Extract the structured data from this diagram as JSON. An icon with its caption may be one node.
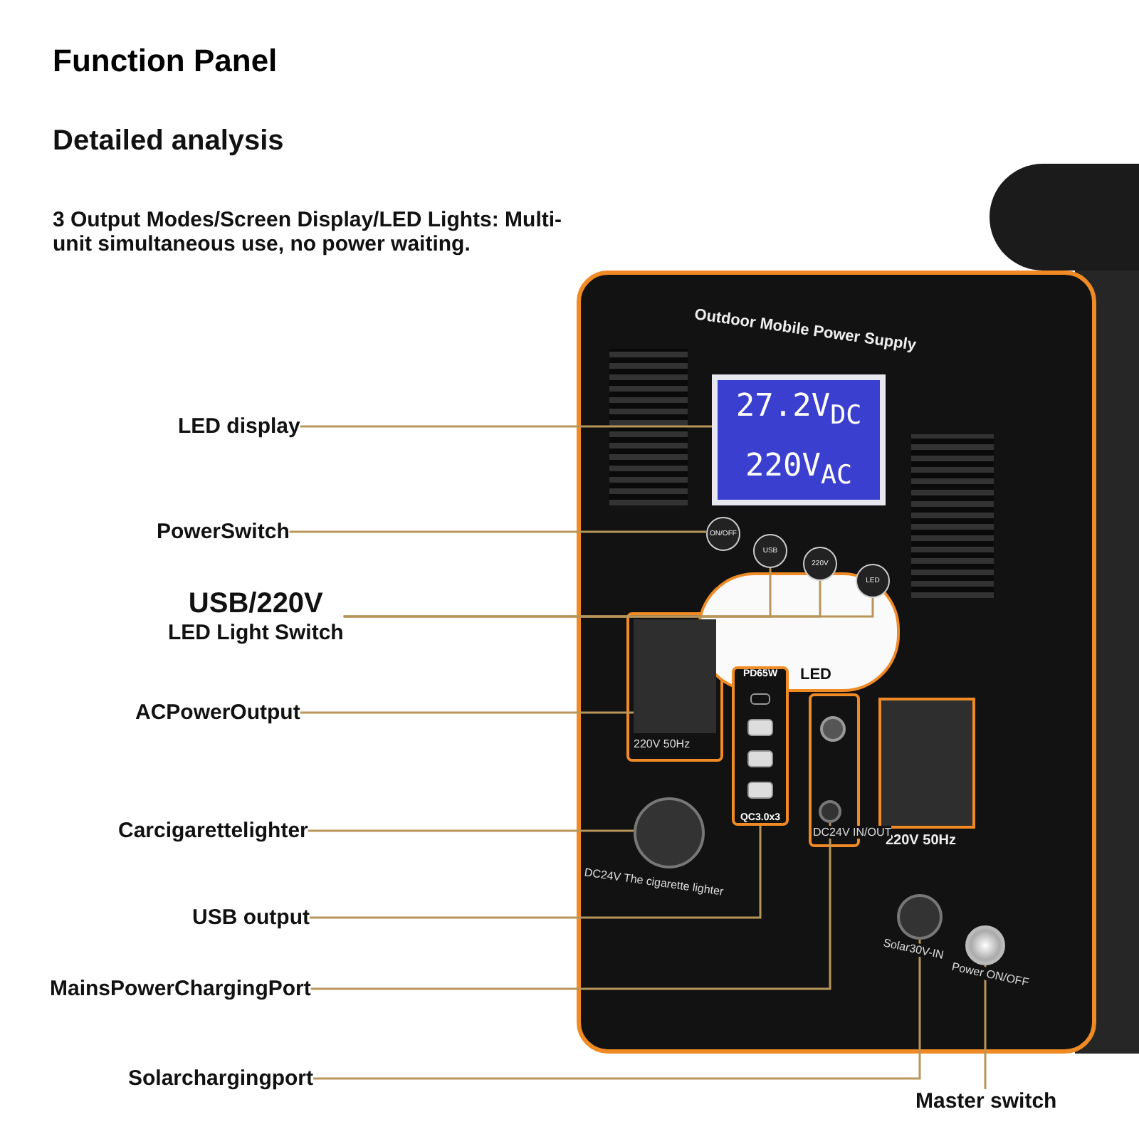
{
  "diagram": {
    "title": "Function Panel",
    "nodes": [
      {
        "text": [
          "LED display"
        ]
      },
      {
        "text": [
          "27.2V$_{DC}$",
          "220V$_{AC}$"
        ]
      },
      {
        "text": [
          "PowerSwitch"
        ]
      },
      {
        "text": [
          "ON/OFF"
        ]
      },
      {
        "text": [
          "USB/220V",
          "LED Light Switch"
        ]
      },
      {
        "text": [
          "USB"
        ]
      },
      {
        "text": [
          "220V"
        ]
      },
      {
        "text": [
          "LED"
        ]
      },
      {
        "text": [
          "ACPowerOutput"
        ]
      },
      {
        "text": [],
        "shape": "box",
        "beside": [
          "220V 50Hz"
        ]
      },
      {
        "text": [
          "Carcigarettelighter"
        ]
      },
      {
        "text": [],
        "shape": "circle",
        "beside": [
          "DC24V The cigarette lighter"
        ]
      },
      {
        "text": [
          "USB output"
        ]
      },
      {
        "text": [
          "PD65W",
          "QC3.0x3"
        ]
      },
      {
        "text": [
          "MainsPowerChargingPort"
        ]
      },
      {
        "text": [],
        "shape": "circle",
        "beside": [
          "DC24V IN/OUT"
        ]
      },
      {
        "text": [
          "Solarchargingport"
        ]
      },
      {
        "text": [],
        "shape": "circle",
        "beside": [
          "Solar30V-IN"
        ]
      },
      {
        "text": [
          "Master switch"
        ]
      },
      {
        "text": [],
        "shape": "circle",
        "beside": [
          "Power ON/OFF"
        ]
      }
    ],
    "edges": [
      {
        "from": 0,
        "to": 1,
        "arrow": "none"
      },
      {
        "from": 2,
        "to": 3,
        "arrow": "none"
      },
      {
        "from": 4,
        "to": 5,
        "arrow": "none"
      },
      {
        "from": 4,
        "to": 6,
        "arrow": "none"
      },
      {
        "from": 4,
        "to": 7,
        "arrow": "none"
      },
      {
        "from": 8,
        "to": 9,
        "arrow": "none"
      },
      {
        "from": 10,
        "to": 11,
        "arrow": "none"
      },
      {
        "from": 12,
        "to": 13,
        "arrow": "none"
      },
      {
        "from": 14,
        "to": 15,
        "arrow": "none"
      },
      {
        "from": 16,
        "to": 17,
        "arrow": "none"
      },
      {
        "from": 18,
        "to": 19,
        "arrow": "none"
      }
    ],
    "labels": [
      "Detailed analysis",
      "3 Output Modes/Screen Display/LED Lights: Multi-unit simultaneous use, no power waiting.",
      "Outdoor Mobile Power Supply",
      "LED",
      "220V 50Hz"
    ]
  }
}
